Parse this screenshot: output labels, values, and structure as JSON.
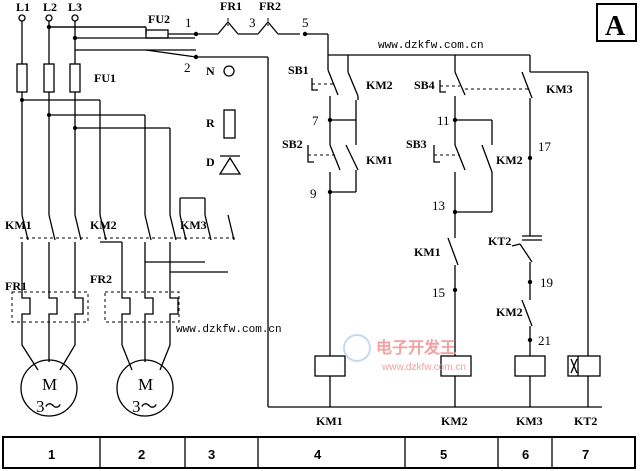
{
  "corner_label": "A",
  "phases": [
    "L1",
    "L2",
    "L3"
  ],
  "fuses": {
    "main": "FU1",
    "control": "FU2"
  },
  "overloads_top": [
    "FR1",
    "FR2"
  ],
  "power": {
    "contactors": [
      "KM1",
      "KM2",
      "KM3"
    ],
    "overloads": [
      "FR1",
      "FR2"
    ],
    "motor_letter": "M",
    "motor_phase": "3～"
  },
  "aux": {
    "n_label": "N",
    "r_label": "R",
    "d_label": "D"
  },
  "buttons": {
    "sb1": "SB1",
    "sb2": "SB2",
    "sb3": "SB3",
    "sb4": "SB4"
  },
  "contacts": {
    "km1": "KM1",
    "km2": "KM2",
    "km3": "KM3",
    "kt2": "KT2"
  },
  "nodes": [
    "1",
    "2",
    "3",
    "5",
    "7",
    "9",
    "11",
    "13",
    "15",
    "17",
    "19",
    "21"
  ],
  "coils": [
    "KM1",
    "KM2",
    "KM3",
    "KT2"
  ],
  "zones": [
    "1",
    "2",
    "3",
    "4",
    "5",
    "6",
    "7"
  ],
  "watermark": {
    "url": "www.dzkfw.com.cn",
    "logo_text": "电子开发王",
    "logo_url": "www.dzkfw.com.cn"
  }
}
